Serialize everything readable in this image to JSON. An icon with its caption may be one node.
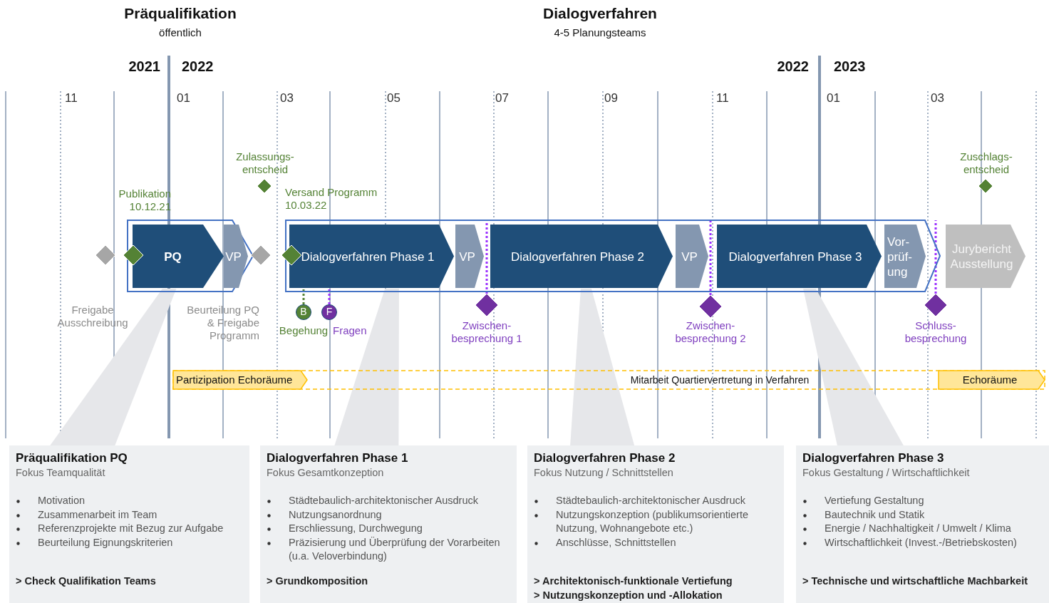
{
  "diagram": {
    "nodes": [
      {
        "text": [],
        "shape": "box"
      },
      {
        "text": [
          "PQ"
        ],
        "in": 0
      },
      {
        "text": [
          "VP"
        ],
        "in": 0
      },
      {
        "text": [],
        "shape": "box"
      },
      {
        "text": [
          "Dialogverfahren Phase 1"
        ],
        "in": 3
      },
      {
        "text": [
          "VP"
        ],
        "in": 3
      },
      {
        "text": [
          "Dialogverfahren Phase 2"
        ],
        "in": 3
      },
      {
        "text": [
          "VP"
        ],
        "in": 3
      },
      {
        "text": [
          "Dialogverfahren Phase 3"
        ],
        "in": 3
      },
      {
        "text": [
          "Vor- prüf- ung"
        ],
        "in": 3
      },
      {
        "text": [
          "Jurybericht Ausstellung"
        ]
      },
      {
        "text": [],
        "shape": "diamond"
      },
      {
        "text": [],
        "shape": "diamond"
      },
      {
        "text": [],
        "shape": "diamond"
      },
      {
        "text": [
          "Zulassungs- entscheid"
        ]
      },
      {
        "text": [],
        "shape": "diamond"
      },
      {
        "text": [
          "B"
        ],
        "beside": [
          "Begehung"
        ]
      },
      {
        "text": [
          "F"
        ],
        "beside": [
          "Fragen"
        ]
      },
      {
        "text": [
          "Zwischen- besprechung 1"
        ]
      },
      {
        "text": [
          "Zwischen- besprechung 2"
        ]
      },
      {
        "text": [
          "Schluss- besprechung"
        ]
      },
      {
        "text": [
          "Zuschlags- entscheid"
        ]
      },
      {
        "text": [
          "Mitarbeit Quartiervertretung in Verfahren"
        ]
      },
      {
        "text": [
          "Partizipation Echoräume"
        ],
        "in": 22
      },
      {
        "text": [
          "Echoräume"
        ],
        "in": 22
      },
      {
        "text": [
          "Präqualifikation PQ",
          "Fokus Teamqualität",
          "Motivation",
          "Zusammenarbeit im Team",
          "Referenzprojekte mit Bezug zur Aufgabe",
          "Beurteilung Eignungskriterien",
          "> Check Qualifikation Teams"
        ]
      },
      {
        "text": [
          "Dialogverfahren Phase 1",
          "Fokus Gesamtkonzeption",
          "Städtebaulich-architektonischer Ausdruck",
          "Nutzungsanordnung",
          "Erschliessung, Durchwegung",
          "Präzisierung und Überprüfung der Vorarbeiten (u.a. Veloverbindung)",
          "> Grundkomposition"
        ]
      },
      {
        "text": [
          "Dialogverfahren Phase 2",
          "Fokus Nutzung / Schnittstellen",
          "Städtebaulich-architektonischer Ausdruck",
          "Nutzungskonzeption (publikumsorientierte Nutzung, Wohnangebote etc.)",
          "Anschlüsse, Schnittstellen",
          "> Architektonisch-funktionale Vertiefung",
          "> Nutzungskonzeption und -Allokation"
        ]
      },
      {
        "text": [
          "Dialogverfahren Phase 3",
          "Fokus Gestaltung / Wirtschaftlichkeit",
          "Vertiefung Gestaltung",
          "Bautechnik und Statik",
          "Energie / Nachhaltigkeit / Umwelt / Klima",
          "Wirtschaftlichkeit (Invest.-/Betriebskosten)",
          "> Technische und wirtschaftliche Machbarkeit"
        ]
      }
    ],
    "edges": [
      {
        "from": 1,
        "to": 25,
        "arrow": "none"
      },
      {
        "from": 4,
        "to": 26,
        "arrow": "none"
      },
      {
        "from": 6,
        "to": 27,
        "arrow": "none"
      },
      {
        "from": 8,
        "to": 28,
        "arrow": "none"
      },
      {
        "from": 16,
        "to": 4,
        "arrow": "none",
        "style": "dashed",
        "color": "#548235"
      },
      {
        "from": 17,
        "to": 4,
        "arrow": "none",
        "style": "dashed",
        "color": "#9b30ff"
      },
      {
        "from": 18,
        "to": 3,
        "arrow": "none",
        "style": "dashed",
        "color": "#9b30ff"
      },
      {
        "from": 19,
        "to": 3,
        "arrow": "none",
        "style": "dashed",
        "color": "#9b30ff"
      },
      {
        "from": 20,
        "to": 3,
        "arrow": "none",
        "style": "dashed",
        "color": "#9b30ff"
      }
    ],
    "labels": [
      "Präqualifikation",
      "öffentlich",
      "Dialogverfahren",
      "4-5 Planungsteams",
      "2021",
      "2022",
      "2022",
      "2023",
      "11",
      "01",
      "03",
      "05",
      "07",
      "09",
      "11",
      "01",
      "03",
      "Publikation 10.12.21",
      "Versand Programm 10.03.22",
      "Freigabe Ausschreibung",
      "Beurteilung PQ & Freigabe Programm"
    ]
  }
}
